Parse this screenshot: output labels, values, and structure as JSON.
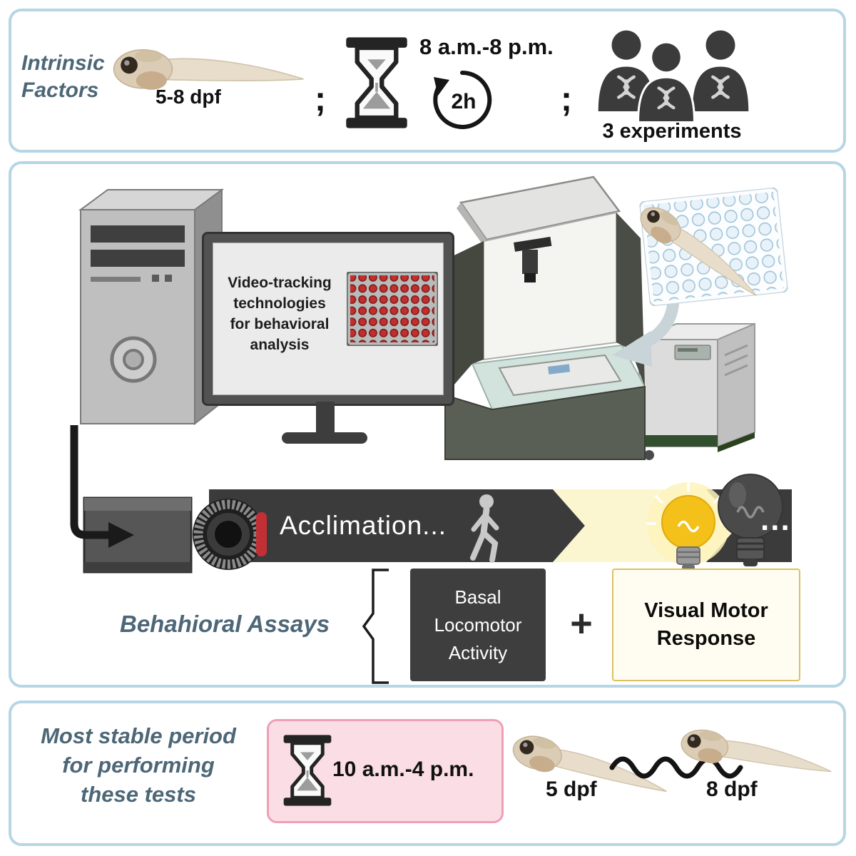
{
  "top_panel": {
    "title_lines": [
      "Intrinsic",
      "Factors"
    ],
    "fish_stage": "5-8 dpf",
    "separator_1": ";",
    "daily_window": "8 a.m.-8 p.m.",
    "cycle_interval": "2h",
    "separator_2": ";",
    "experiments_count": "3 experiments"
  },
  "middle_panel": {
    "monitor_caption_lines": [
      "Video-tracking",
      "technologies",
      "for behavioral",
      "analysis"
    ],
    "timeline": {
      "acclimation_label": "Acclimation...",
      "continuation_dots": "..."
    },
    "assays_title": "Behahioral Assays",
    "basal_assay_label": "Basal Locomotor Activity",
    "plus_sign": "+",
    "vmr_assay_label": "Visual Motor Response"
  },
  "bottom_panel": {
    "title_lines": [
      "Most stable period",
      "for performing",
      "these tests"
    ],
    "stable_window": "10 a.m.-4 p.m.",
    "fish_young_label": "5 dpf",
    "fish_old_label": "8 dpf"
  },
  "icons": {
    "zebrafish": "zebrafish-larva",
    "hourglass": "hourglass",
    "cycle_arrow": "circular-2h-arrow",
    "researchers": "person-with-dna-x3",
    "computer_tower": "desktop-tower",
    "monitor": "computer-monitor",
    "well_plate_red": "48-well-plate-tracking-view",
    "well_plate_blue": "48-well-plate",
    "tracking_chamber": "zebrabox-chamber",
    "instrument": "lab-instrument-unit",
    "camera": "video-camera",
    "walking_person": "walking-person",
    "light_on": "lightbulb-on",
    "light_off": "lightbulb-off",
    "wave": "wavy-connector",
    "brace": "left-brace",
    "cable": "cable-arrow",
    "transfer_arrow": "plate-transfer-arrow"
  },
  "colors": {
    "panel_border": "#b6d6e6",
    "accent_text": "#4d6777",
    "banner_dark": "#3b3b3b",
    "banner_light": "#fbf6cf",
    "basal_box_bg": "#3e3e3e",
    "vmr_box_bg": "#fffdf1",
    "vmr_box_border": "#ddc063",
    "stable_box_bg": "#fbdde5",
    "stable_box_border": "#ef9fb6",
    "well_red": "#c22e2e",
    "bulb_yellow": "#f3c119"
  }
}
